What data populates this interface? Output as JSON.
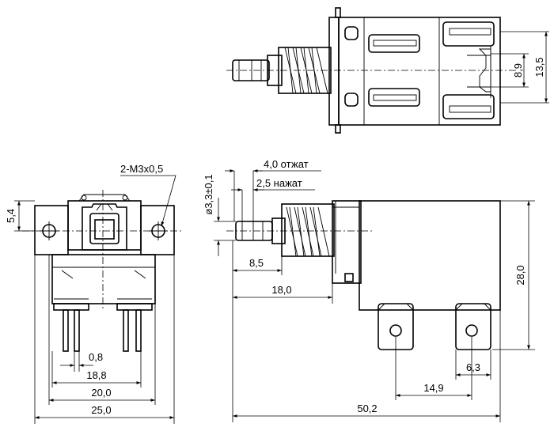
{
  "dimensions": {
    "top_view": {
      "inner_height": "8,9",
      "outer_height": "13,5"
    },
    "front_view": {
      "offset": "5,4",
      "thread": "2-M3x0,5",
      "pin_width": "0,8",
      "pin_span_inner": "18,8",
      "pin_span_outer": "20,0",
      "total_width": "25,0"
    },
    "side_view": {
      "stem_diameter": "ø3,3±0,1",
      "travel_released": "4,0 отжат",
      "travel_pressed": "2,5 нажат",
      "stem_length": "8,5",
      "stem_to_body": "18,0",
      "body_height": "28,0",
      "terminal_pitch": "6,3",
      "terminal_spacing": "14,9",
      "total_length": "50,2"
    }
  }
}
